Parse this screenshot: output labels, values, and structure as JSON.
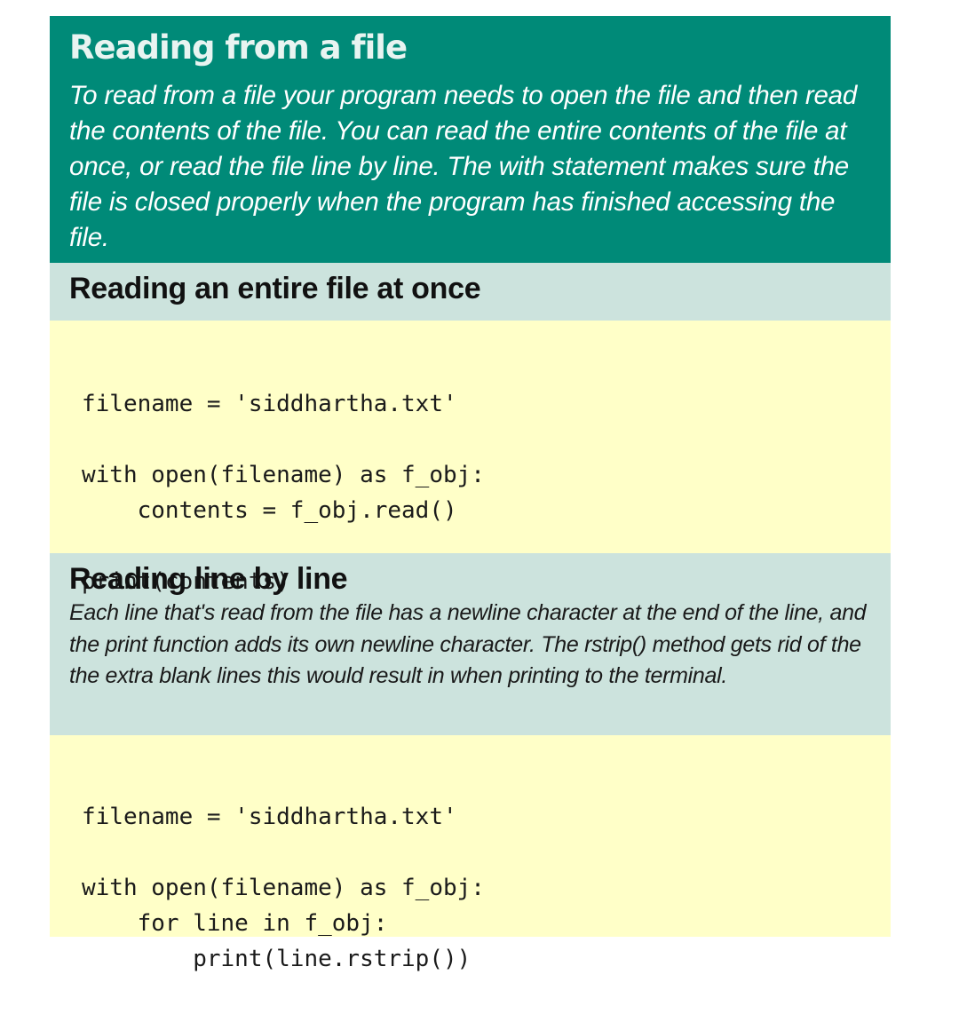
{
  "header": {
    "title": "Reading from a file",
    "body": "To read from a file your program needs to open the file and then read the contents of the file. You can read the entire contents of the file at once, or read the file line by line. The with statement makes sure the file is closed properly when the program has finished accessing the file."
  },
  "section1": {
    "title": "Reading an entire file at once",
    "code": [
      "filename = 'siddhartha.txt'",
      "",
      "with open(filename) as f_obj:",
      "    contents = f_obj.read()",
      "",
      "print(contents)"
    ]
  },
  "section2": {
    "title": "Reading line by line",
    "description": "Each line that's read from the file has a newline character at the end of the line, and the print function adds its own newline character. The rstrip() method gets rid of the the extra blank lines this would result in when printing to the terminal.",
    "code": [
      "filename = 'siddhartha.txt'",
      "",
      "with open(filename) as f_obj:",
      "    for line in f_obj:",
      "        print(line.rstrip())"
    ]
  },
  "colors": {
    "header_bg": "#008a78",
    "section_bg": "#cce3dd",
    "code_bg": "#ffffc8"
  }
}
